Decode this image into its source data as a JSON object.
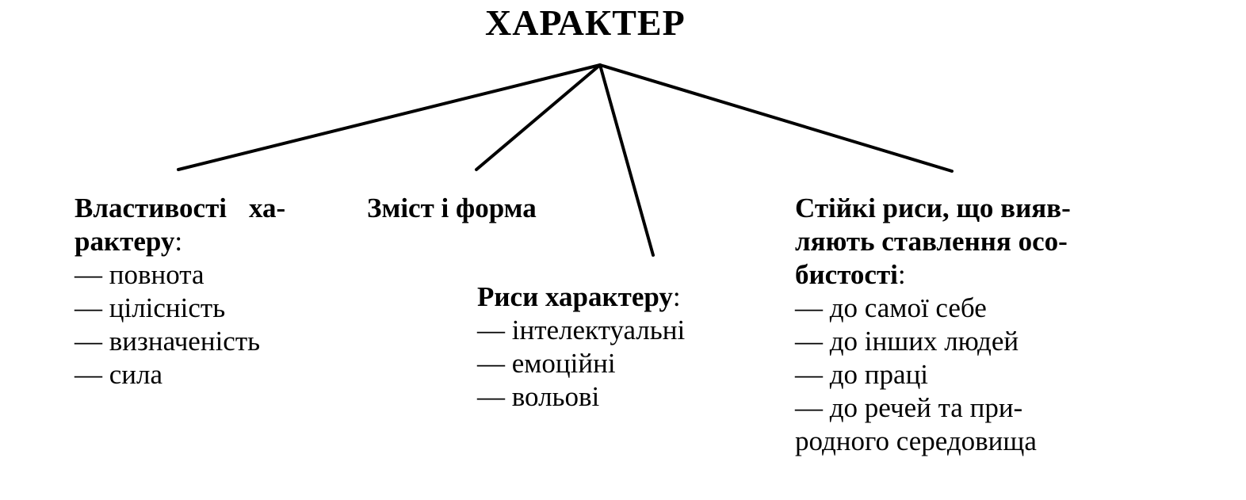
{
  "title": "ХАРАКТЕР",
  "branches": [
    {
      "id": "properties",
      "heading_line1_a": "Властивості",
      "heading_line1_b": "ха-",
      "heading_line2": "рактеру",
      "heading_colon": ":",
      "items": [
        "— повнота",
        "— цілісність",
        "— визначеність",
        "— сила"
      ]
    },
    {
      "id": "content-form",
      "heading": "Зміст і форма"
    },
    {
      "id": "traits",
      "heading": "Риси характеру",
      "heading_colon": ":",
      "items": [
        "— інтелектуальні",
        "— емоційні",
        "— вольові"
      ]
    },
    {
      "id": "relations",
      "heading_lines": [
        "Стійкі риси, що вияв-",
        "ляють ставлення осо-",
        "бистості"
      ],
      "heading_colon": ":",
      "items": [
        "— до самої себе",
        "— до інших людей",
        "— до праці",
        "— до речей та при-",
        "родного середовища"
      ]
    }
  ]
}
